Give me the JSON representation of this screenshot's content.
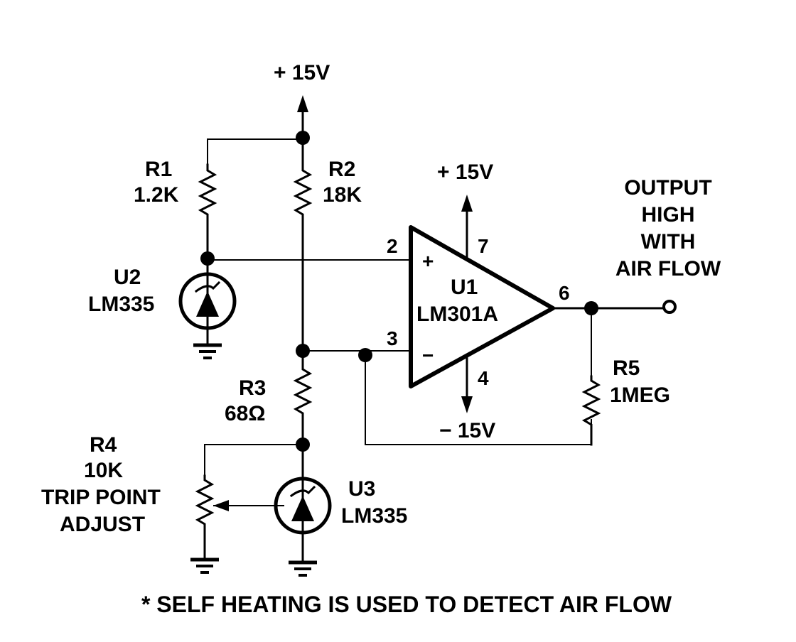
{
  "supply": {
    "top_label": "+ 15V",
    "opamp_pos_label": "+ 15V",
    "opamp_neg_label": "− 15V"
  },
  "components": {
    "r1": {
      "name": "R1",
      "value": "1.2K"
    },
    "r2": {
      "name": "R2",
      "value": "18K"
    },
    "r3": {
      "name": "R3",
      "value": "68Ω"
    },
    "r4": {
      "name": "R4",
      "value": "10K",
      "desc1": "TRIP POINT",
      "desc2": "ADJUST"
    },
    "r5": {
      "name": "R5",
      "value": "1MEG"
    },
    "u1": {
      "name": "U1",
      "part": "LM301A",
      "plus": "+",
      "minus": "−"
    },
    "u2": {
      "name": "U2",
      "part": "LM335"
    },
    "u3": {
      "name": "U3",
      "part": "LM335"
    }
  },
  "pins": {
    "p2": "2",
    "p3": "3",
    "p4": "4",
    "p6": "6",
    "p7": "7"
  },
  "output": {
    "line1": "OUTPUT",
    "line2": "HIGH",
    "line3": "WITH",
    "line4": "AIR FLOW"
  },
  "footnote": "* SELF HEATING IS USED TO DETECT AIR FLOW"
}
